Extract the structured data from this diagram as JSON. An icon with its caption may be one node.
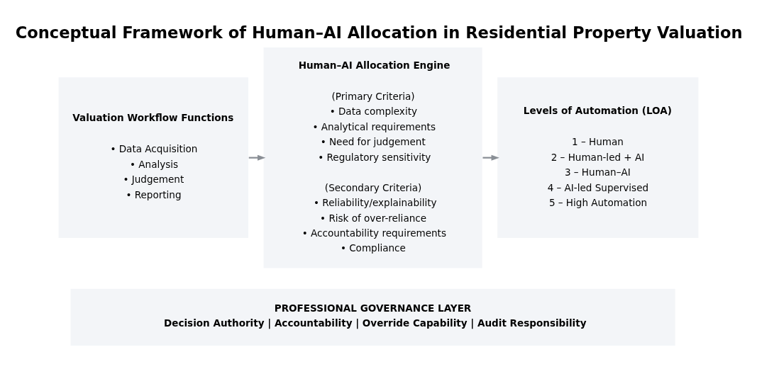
{
  "diagram": {
    "title": "Conceptual Framework of Human–AI Allocation in Residential Property Valuation",
    "nodes": [
      {
        "text": [
          "Valuation Workflow Functions",
          "• Data Acquisition",
          "• Analysis",
          "• Judgement",
          "• Reporting"
        ]
      },
      {
        "text": [
          "Human–AI Allocation Engine",
          "(Primary Criteria)",
          "• Data complexity",
          "• Analytical requirements",
          "• Need for judgement",
          "• Regulatory sensitivity",
          "(Secondary Criteria)",
          "• Reliability/explainability",
          "• Risk of over-reliance",
          "• Accountability requirements",
          "• Compliance"
        ]
      },
      {
        "text": [
          "Levels of Automation (LOA)",
          "1 – Human",
          "2 – Human-led + AI",
          "3 – Human–AI",
          "4 – AI-led Supervised",
          "5 – High Automation"
        ]
      },
      {
        "text": [
          "PROFESSIONAL GOVERNANCE LAYER",
          "Decision Authority | Accountability | Override Capability | Audit Responsibility"
        ]
      }
    ],
    "edges": [
      {
        "from": 0,
        "to": 1,
        "arrow": "to"
      },
      {
        "from": 1,
        "to": 2,
        "arrow": "to"
      }
    ]
  }
}
